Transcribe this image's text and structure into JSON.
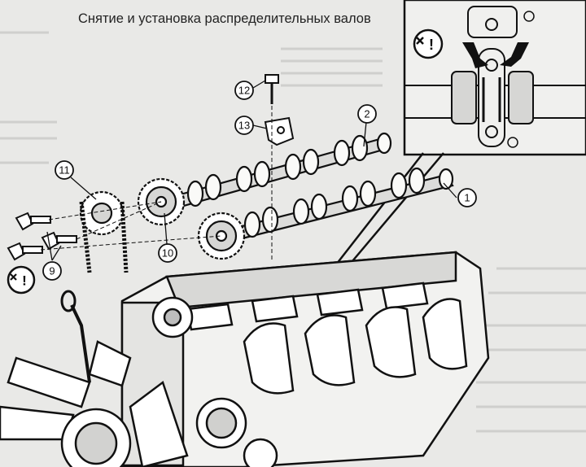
{
  "title": "Снятие и установка распределительных валов",
  "callouts": {
    "c1": "1",
    "c2": "2",
    "c9": "9",
    "c10": "10",
    "c11": "11",
    "c12": "12",
    "c13": "13"
  },
  "warning_symbol": "!",
  "colors": {
    "background": "#e9e9e7",
    "line": "#1a1a1a",
    "shade": "#bdbdbd"
  }
}
